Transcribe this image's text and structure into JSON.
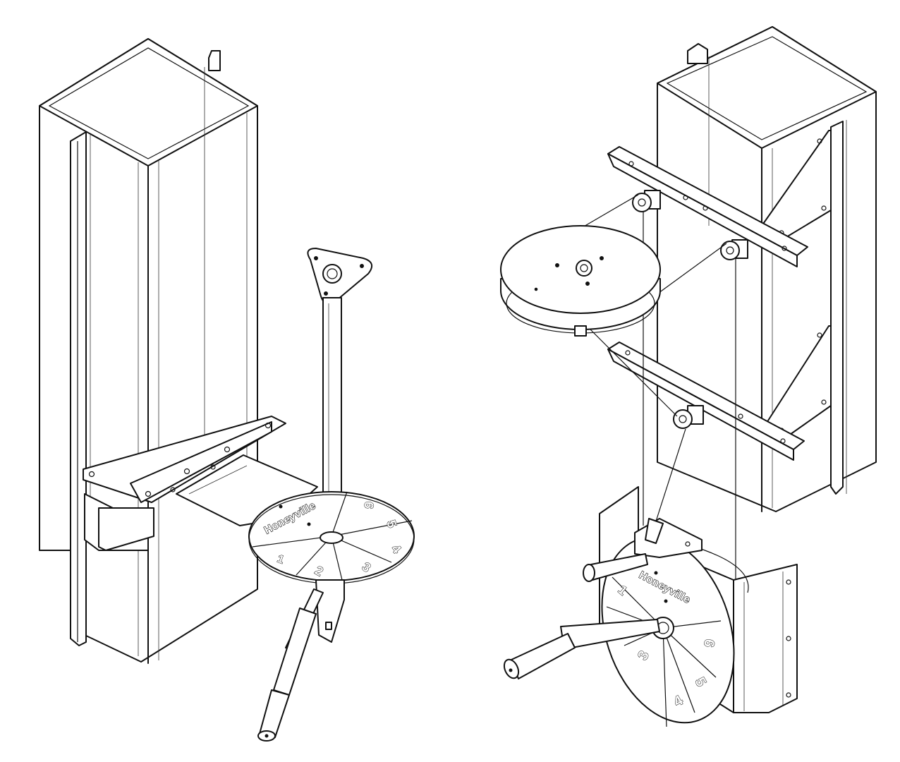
{
  "figure": {
    "left_unit": {
      "brand_label": "Honeyville",
      "dial_numbers": [
        "1",
        "2",
        "3",
        "4",
        "5",
        "6"
      ]
    },
    "right_unit": {
      "brand_label": "Honeyville",
      "dial_numbers": [
        "1",
        "3",
        "4",
        "5",
        "6"
      ]
    }
  },
  "colors": {
    "line": "#111111",
    "background": "#ffffff"
  }
}
